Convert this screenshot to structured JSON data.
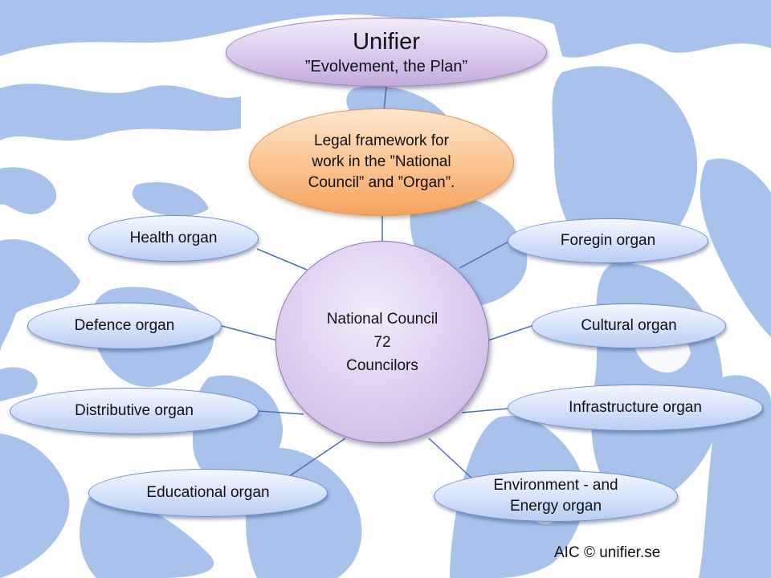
{
  "top_node": {
    "title": "Unifier",
    "subtitle": "”Evolvement, the Plan”"
  },
  "framework_node": {
    "lines": [
      "Legal framework for",
      "work in the ”National",
      "Council” and ”Organ”."
    ]
  },
  "center_node": {
    "lines": [
      "National Council",
      "72",
      "Councilors"
    ]
  },
  "organs": {
    "health": "Health organ",
    "defence": "Defence organ",
    "distributive": "Distributive organ",
    "educational": "Educational organ",
    "foreign": "Foregin organ",
    "cultural": "Cultural organ",
    "infrastructure": "Infrastructure organ",
    "environment": [
      "Environment - and",
      "Energy organ"
    ]
  },
  "copyright": "AIC © unifier.se",
  "colors": {
    "background_art": "#a9c2ec",
    "connector": "#4a6fb0",
    "organ_fill": "#c9d8f7",
    "top_fill": "#dccbee",
    "framework_fill": "#fbc593",
    "center_fill": "#dccbef"
  }
}
